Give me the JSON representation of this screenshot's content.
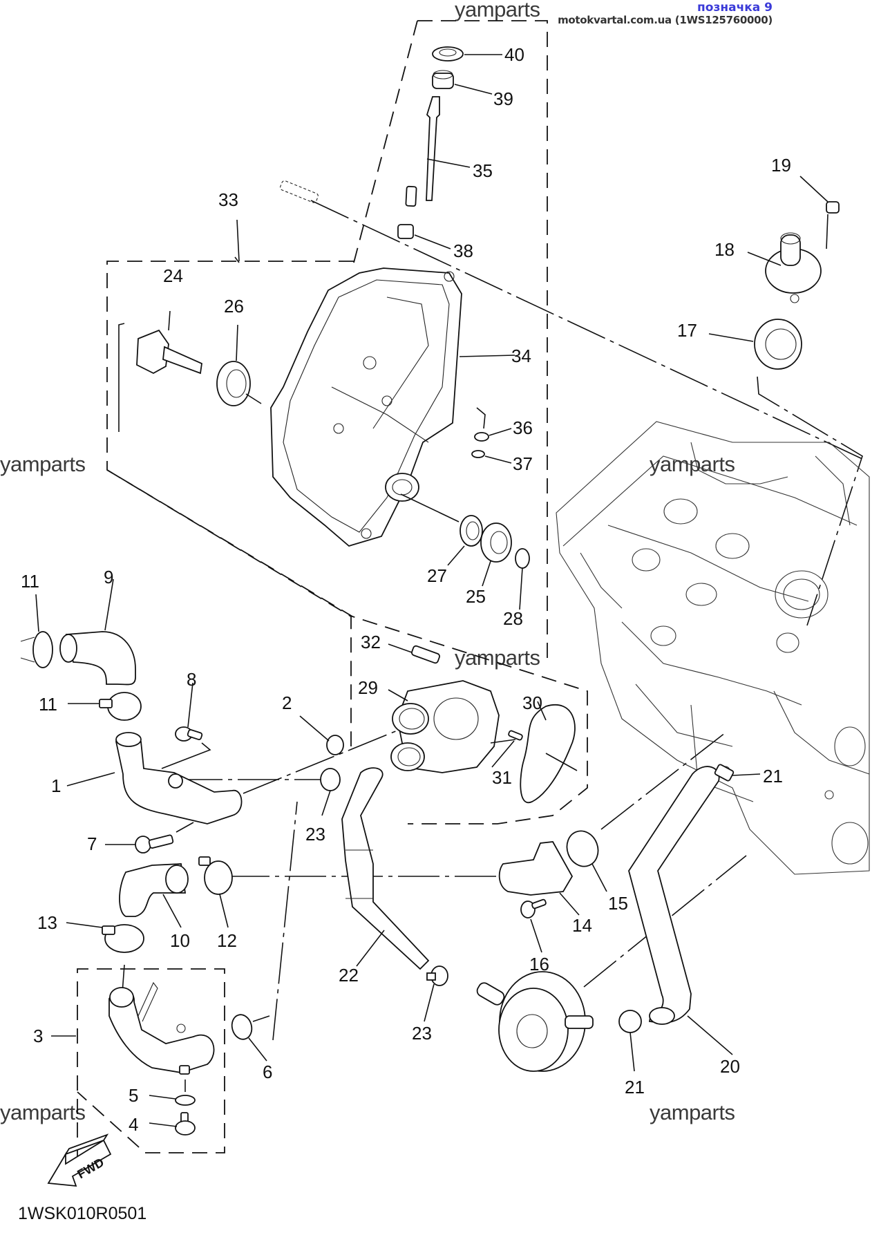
{
  "header": {
    "tag_label": "позначка 9",
    "source_text": "motokvartal.com.ua (1WS125760000)"
  },
  "diagram": {
    "title_code": "1WSK010R0501",
    "watermark": "yamparts",
    "fwd_label": "FWD",
    "callouts": [
      {
        "id": "40",
        "label": "40"
      },
      {
        "id": "39",
        "label": "39"
      },
      {
        "id": "35",
        "label": "35"
      },
      {
        "id": "38",
        "label": "38"
      },
      {
        "id": "33",
        "label": "33"
      },
      {
        "id": "24",
        "label": "24"
      },
      {
        "id": "26",
        "label": "26"
      },
      {
        "id": "34",
        "label": "34"
      },
      {
        "id": "36",
        "label": "36"
      },
      {
        "id": "37",
        "label": "37"
      },
      {
        "id": "27",
        "label": "27"
      },
      {
        "id": "25",
        "label": "25"
      },
      {
        "id": "28",
        "label": "28"
      },
      {
        "id": "19",
        "label": "19"
      },
      {
        "id": "18",
        "label": "18"
      },
      {
        "id": "17",
        "label": "17"
      },
      {
        "id": "11a",
        "label": "11"
      },
      {
        "id": "9",
        "label": "9"
      },
      {
        "id": "11b",
        "label": "11"
      },
      {
        "id": "8",
        "label": "8"
      },
      {
        "id": "1",
        "label": "1"
      },
      {
        "id": "7",
        "label": "7"
      },
      {
        "id": "32",
        "label": "32"
      },
      {
        "id": "29",
        "label": "29"
      },
      {
        "id": "2",
        "label": "2"
      },
      {
        "id": "30",
        "label": "30"
      },
      {
        "id": "31",
        "label": "31"
      },
      {
        "id": "23a",
        "label": "23"
      },
      {
        "id": "21a",
        "label": "21"
      },
      {
        "id": "15",
        "label": "15"
      },
      {
        "id": "14",
        "label": "14"
      },
      {
        "id": "16",
        "label": "16"
      },
      {
        "id": "10",
        "label": "10"
      },
      {
        "id": "12",
        "label": "12"
      },
      {
        "id": "13",
        "label": "13"
      },
      {
        "id": "22",
        "label": "22"
      },
      {
        "id": "23b",
        "label": "23"
      },
      {
        "id": "20",
        "label": "20"
      },
      {
        "id": "21b",
        "label": "21"
      },
      {
        "id": "3",
        "label": "3"
      },
      {
        "id": "6",
        "label": "6"
      },
      {
        "id": "5",
        "label": "5"
      },
      {
        "id": "4",
        "label": "4"
      }
    ]
  }
}
